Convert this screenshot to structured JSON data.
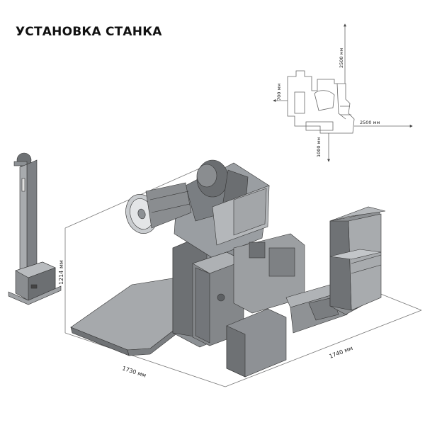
{
  "title": "УСТАНОВКА СТАНКА",
  "dimensions": {
    "height": "1214 мм",
    "width_front": "1730 мм",
    "depth_side": "1740 мм"
  },
  "plan": {
    "top_clearance": "2500 мм",
    "right_clearance": "2500 мм",
    "left_clearance": "700 мм",
    "bottom_clearance": "1000 мм"
  },
  "colors": {
    "machine_dark": "#5a5d60",
    "machine_mid": "#8c9094",
    "machine_light": "#b9bcbf",
    "line": "#555555"
  }
}
